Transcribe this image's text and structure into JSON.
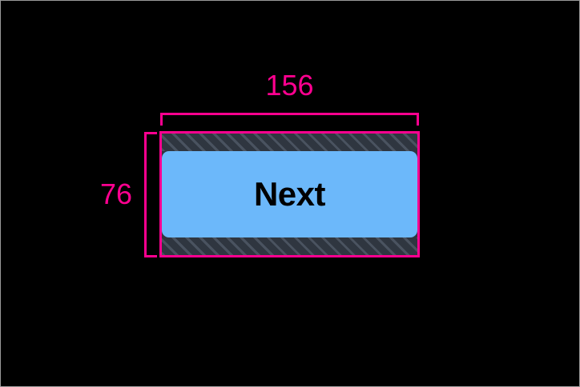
{
  "canvas": {
    "background": "#000000",
    "frame_border": "#9a9a9a"
  },
  "overlay": {
    "accent_color": "#ff0090",
    "padding_hatch_fill": "#2f3640",
    "padding_hatch_stripe": "#4a5360"
  },
  "measurement": {
    "width": {
      "label": "156",
      "name": "width"
    },
    "height": {
      "label": "76",
      "name": "height"
    }
  },
  "element": {
    "type": "button",
    "label": "Next",
    "background": "#6cb8fa",
    "text_color": "#000000"
  }
}
